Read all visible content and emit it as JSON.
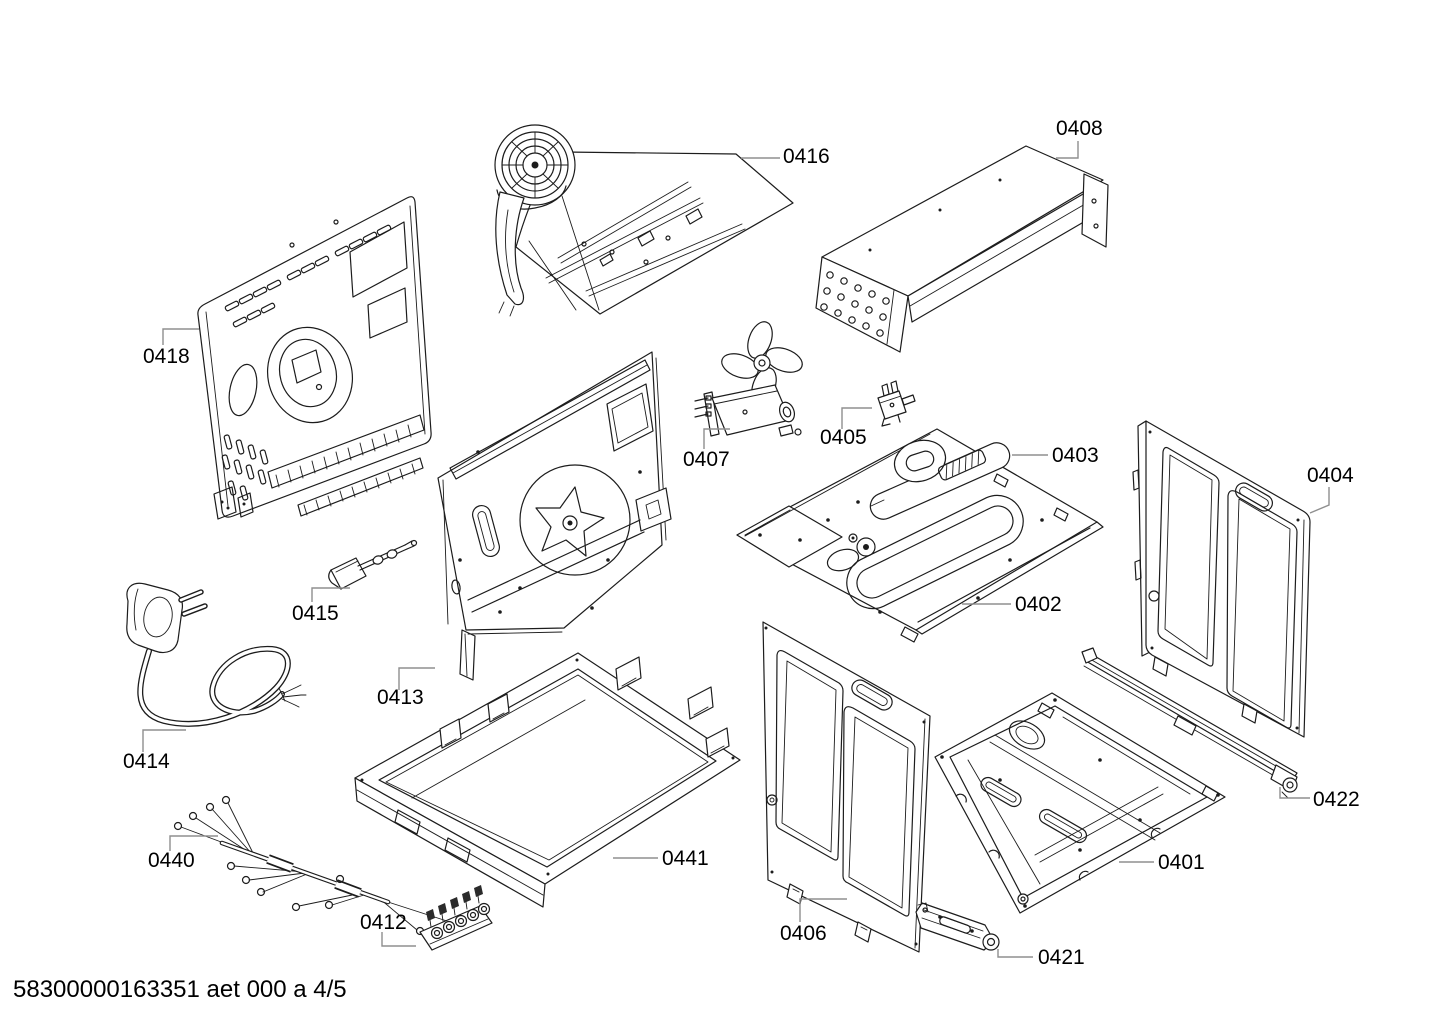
{
  "page": {
    "footer": {
      "text": "58300000163351 aet 000 a 4/5",
      "document_number": "58300000163351",
      "revision": "aet 000 a",
      "page_indicator": "4/5"
    }
  },
  "colors": {
    "background": "#ffffff",
    "drawing_line": "#1c1c1c",
    "leader_line": "#8f8f8f",
    "label_text": "#000000"
  },
  "diagram": {
    "type": "exploded-parts-diagram"
  },
  "parts": {
    "p0401": {
      "label": "0401"
    },
    "p0402": {
      "label": "0402"
    },
    "p0403": {
      "label": "0403"
    },
    "p0404": {
      "label": "0404"
    },
    "p0405": {
      "label": "0405"
    },
    "p0406": {
      "label": "0406"
    },
    "p0407": {
      "label": "0407"
    },
    "p0408": {
      "label": "0408"
    },
    "p0412": {
      "label": "0412"
    },
    "p0413": {
      "label": "0413"
    },
    "p0414": {
      "label": "0414"
    },
    "p0415": {
      "label": "0415"
    },
    "p0416": {
      "label": "0416"
    },
    "p0418": {
      "label": "0418"
    },
    "p0421": {
      "label": "0421"
    },
    "p0422": {
      "label": "0422"
    },
    "p0440": {
      "label": "0440"
    },
    "p0441": {
      "label": "0441"
    }
  }
}
